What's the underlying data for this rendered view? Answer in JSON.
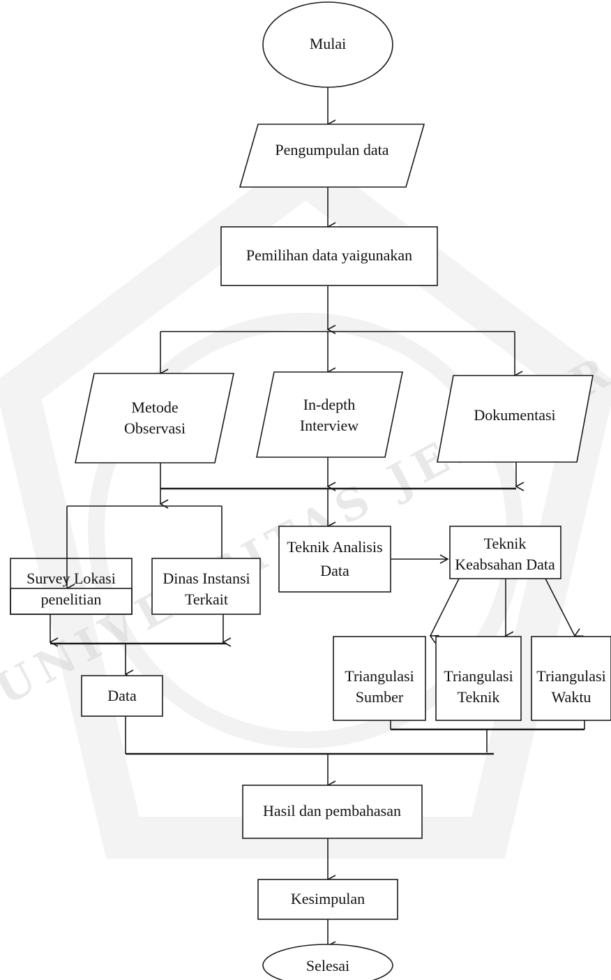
{
  "watermark": {
    "text": "UNIVERSITAS JEMBER"
  },
  "nodes": {
    "start": "Mulai",
    "collect": "Pengumpulan data",
    "select": "Pemilihan data yaigunakan",
    "observasi_1": "Metode",
    "observasi_2": "Observasi",
    "interview_1": "In-depth",
    "interview_2": "Interview",
    "dokumentasi": "Dokumentasi",
    "survey_1": "Survey Lokasi",
    "survey_2": "penelitian",
    "dinas_1": "Dinas Instansi",
    "dinas_2": "Terkait",
    "analisis_1": "Teknik Analisis",
    "analisis_2": "Data",
    "keabsahan_1": "Teknik",
    "keabsahan_2": "Keabsahan  Data",
    "data": "Data",
    "tri_sumber_1": "Triangulasi",
    "tri_sumber_2": "Sumber",
    "tri_teknik_1": "Triangulasi",
    "tri_teknik_2": "Teknik",
    "tri_waktu_1": "Triangulasi",
    "tri_waktu_2": "Waktu",
    "hasil": "Hasil dan pembahasan",
    "kesimpulan": "Kesimpulan",
    "end": "Selesai"
  }
}
